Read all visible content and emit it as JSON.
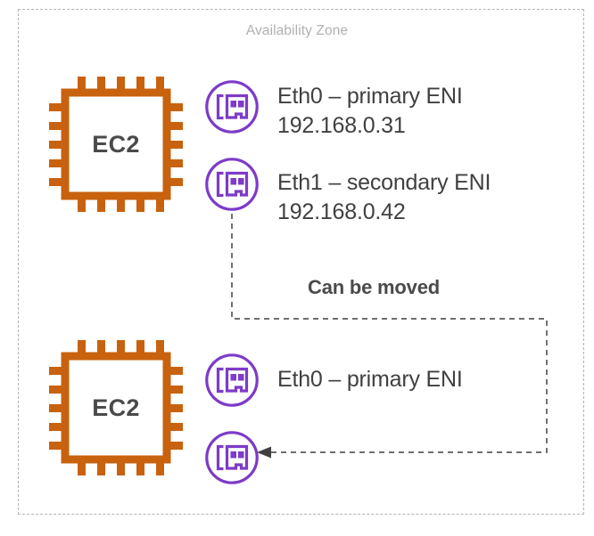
{
  "diagram": {
    "title": "Availability Zone",
    "colors": {
      "aws_orange": "#c8620e",
      "aws_purple": "#7d3bc8",
      "border_gray": "#b3b3b3",
      "text_gray": "#404040",
      "title_gray": "#b0b0b0",
      "connector_gray": "#595959"
    },
    "instances": [
      {
        "name": "ec2-instance-top",
        "label": "EC2",
        "icon": "ec2-chip-icon",
        "interfaces": [
          {
            "icon": "eni-network-card-icon",
            "title": "Eth0 – primary ENI",
            "ip": "192.168.0.31"
          },
          {
            "icon": "eni-network-card-icon",
            "title": "Eth1 – secondary ENI",
            "ip": "192.168.0.42"
          }
        ]
      },
      {
        "name": "ec2-instance-bottom",
        "label": "EC2",
        "icon": "ec2-chip-icon",
        "interfaces": [
          {
            "icon": "eni-network-card-icon",
            "title": "Eth0 – primary ENI",
            "ip": ""
          },
          {
            "icon": "eni-network-card-icon",
            "title": "",
            "ip": ""
          }
        ]
      }
    ],
    "annotation": {
      "caption": "Can be moved",
      "arrow": "dashed-arrow-left"
    }
  }
}
